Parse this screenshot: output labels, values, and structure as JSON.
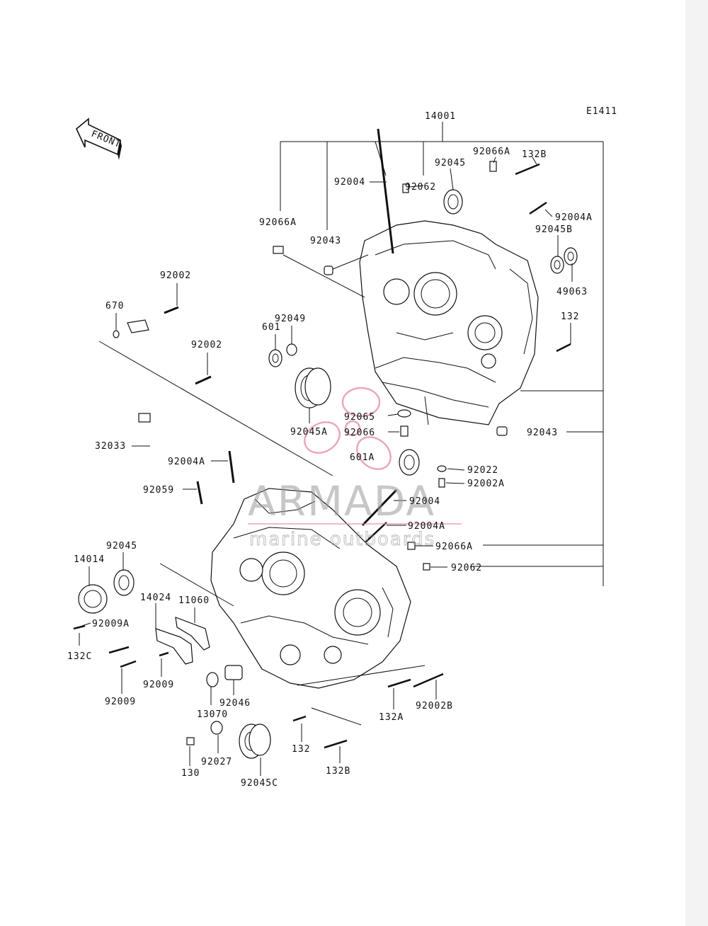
{
  "figure_code": "E1411",
  "front_arrow_label": "FRONT",
  "watermark": {
    "brand": "ARMADA",
    "tagline": "marine outboards",
    "accent": "#e58aa7",
    "gray": "#9a9a9a"
  },
  "labels": {
    "p14001": "14001",
    "p92066A_top": "92066A",
    "p132B_top": "132B",
    "p92045_top": "92045",
    "p92004_top": "92004",
    "p92062_top": "92062",
    "p92004A_r": "92004A",
    "p92045B": "92045B",
    "p92066A_left": "92066A",
    "p92043_top": "92043",
    "p49063": "49063",
    "p132_r": "132",
    "p92002_a": "92002",
    "p670": "670",
    "p601": "601",
    "p92049": "92049",
    "p92002_b": "92002",
    "p92065": "92065",
    "p92066": "92066",
    "p92045A": "92045A",
    "p92043_r": "92043",
    "p32033": "32033",
    "p601A": "601A",
    "p92004A_mid": "92004A",
    "p92022": "92022",
    "p92002A": "92002A",
    "p92059": "92059",
    "p92004_mid": "92004",
    "p92004A_low": "92004A",
    "p92066A_low": "92066A",
    "p92062_low": "92062",
    "p92045_left": "92045",
    "p14014": "14014",
    "p14024": "14024",
    "p11060": "11060",
    "p92009A": "92009A",
    "p132C": "132C",
    "p92009_a": "92009",
    "p92009_b": "92009",
    "p92046": "92046",
    "p13070": "13070",
    "p132A": "132A",
    "p92002B": "92002B",
    "p132_low": "132",
    "p132B_low": "132B",
    "p130": "130",
    "p92027": "92027",
    "p92045C": "92045C"
  }
}
